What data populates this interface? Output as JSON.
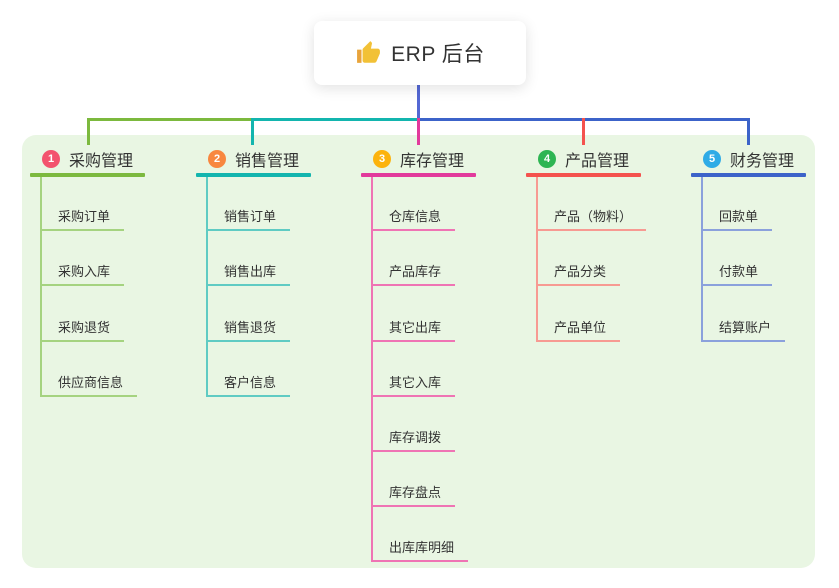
{
  "root": {
    "label": "ERP 后台",
    "icon": "thumbs-up-icon"
  },
  "colors": {
    "canvas_bg": "#ffffff",
    "panel_bg": "#e9f6e3",
    "root_stem_line": "#5468d4",
    "text": "#333333",
    "thumb_icon": "#f2c136",
    "branch_line_colors": [
      "#7cb93e",
      "#13b5ae",
      "#e23a9c",
      "#f4524e",
      "#3c63c9"
    ],
    "branch_child_line_colors": [
      "#a5d380",
      "#5fcbc3",
      "#ef74b4",
      "#f79a92",
      "#8ba1dc"
    ],
    "badge_colors": [
      "#f3536e",
      "#f8873f",
      "#fcb30d",
      "#2eb553",
      "#2fabe6"
    ]
  },
  "branches": [
    {
      "num": "1",
      "label": "采购管理",
      "children": [
        "采购订单",
        "采购入库",
        "采购退货",
        "供应商信息"
      ]
    },
    {
      "num": "2",
      "label": "销售管理",
      "children": [
        "销售订单",
        "销售出库",
        "销售退货",
        "客户信息"
      ]
    },
    {
      "num": "3",
      "label": "库存管理",
      "children": [
        "仓库信息",
        "产品库存",
        "其它出库",
        "其它入库",
        "库存调拨",
        "库存盘点",
        "出库库明细"
      ]
    },
    {
      "num": "4",
      "label": "产品管理",
      "children": [
        "产品（物料）",
        "产品分类",
        "产品单位"
      ]
    },
    {
      "num": "5",
      "label": "财务管理",
      "children": [
        "回款单",
        "付款单",
        "结算账户"
      ]
    }
  ]
}
